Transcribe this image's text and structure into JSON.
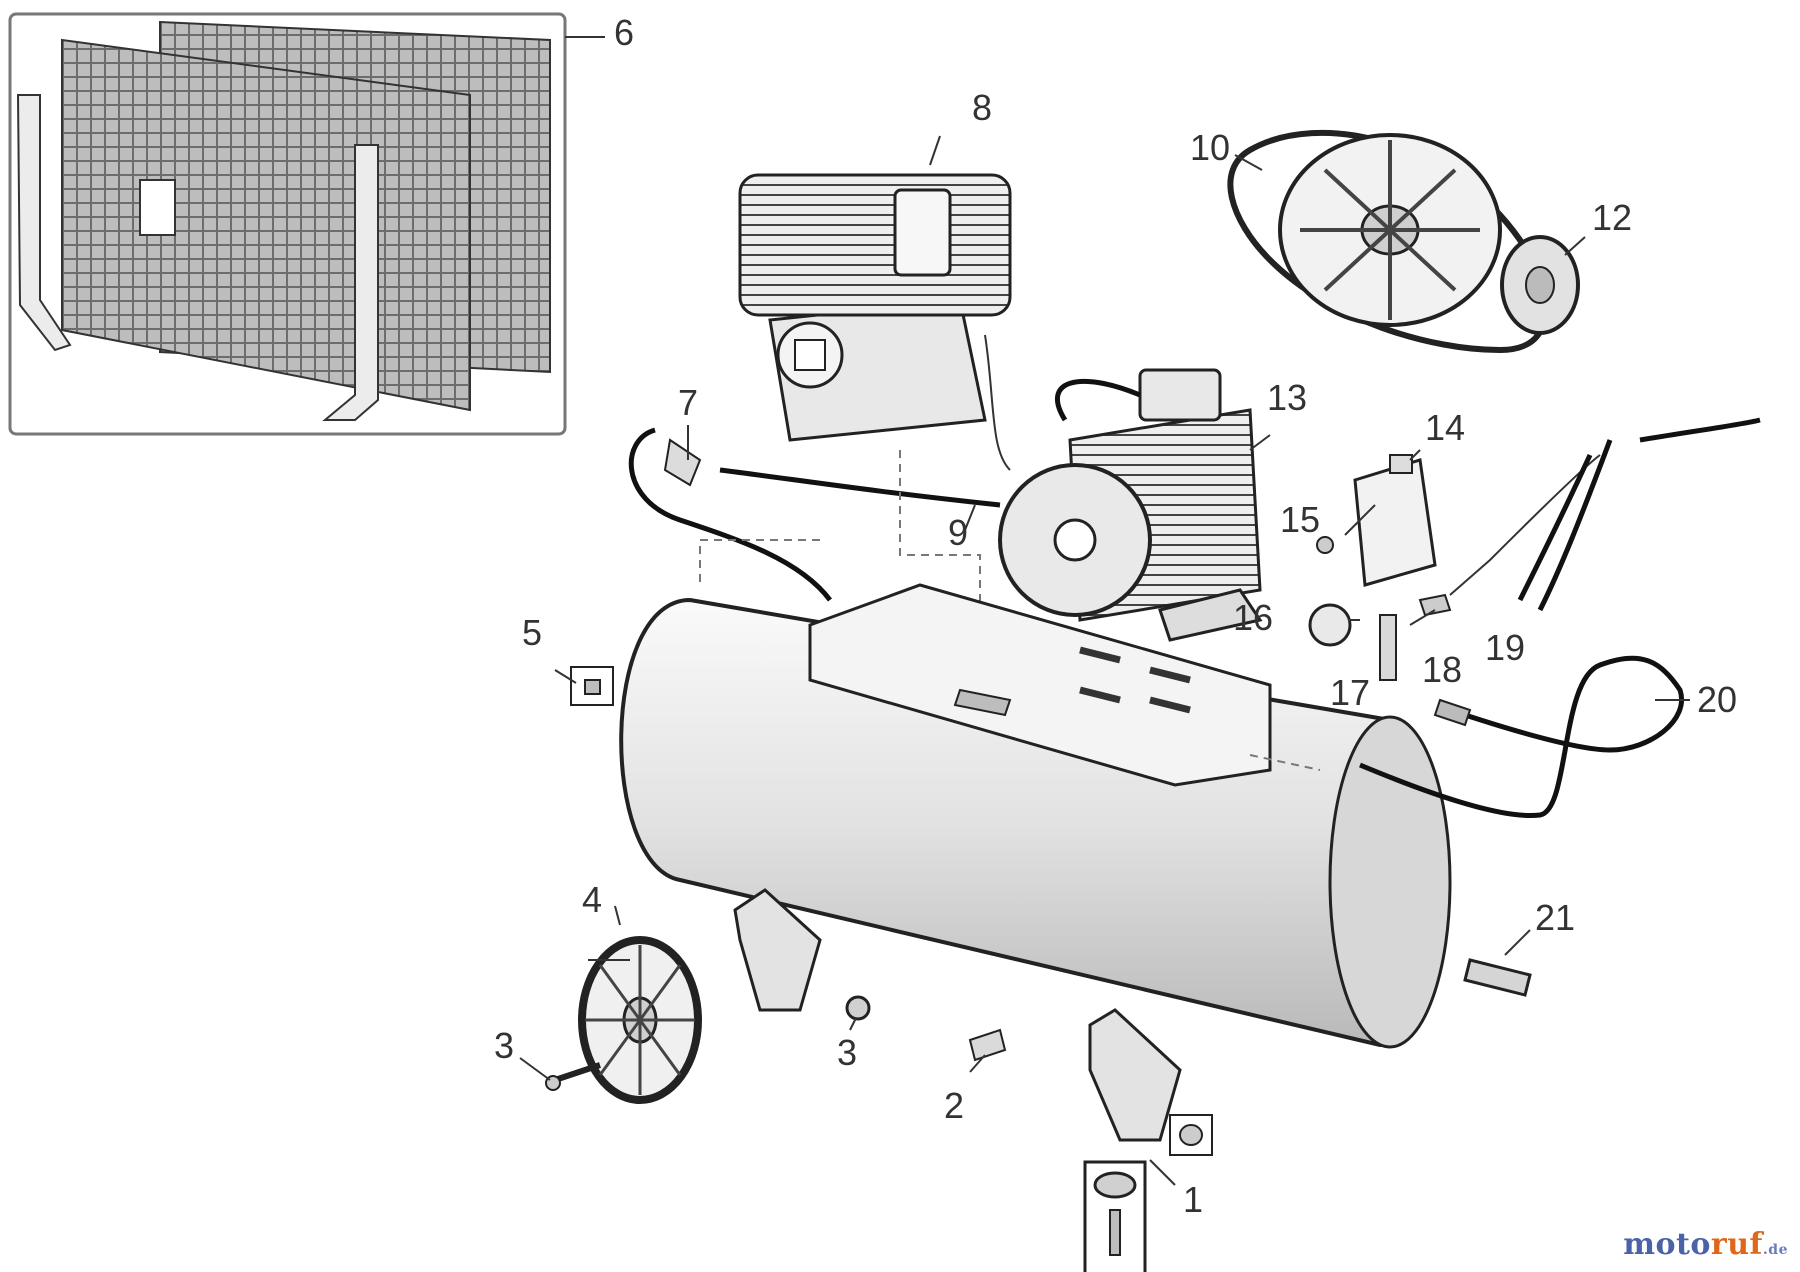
{
  "diagram": {
    "callouts": [
      "1",
      "2",
      "3",
      "3",
      "4",
      "5",
      "6",
      "7",
      "8",
      "9",
      "10",
      "12",
      "13",
      "14",
      "15",
      "16",
      "17",
      "18",
      "19",
      "20",
      "21"
    ]
  },
  "watermark": {
    "part1": "moto",
    "part2": "ruf",
    "part3": ".de"
  },
  "colors": {
    "line": "#333333",
    "tank_fill": "#e6e6e6",
    "watermark_blue": "#4a63a8",
    "watermark_orange": "#e0671a"
  }
}
